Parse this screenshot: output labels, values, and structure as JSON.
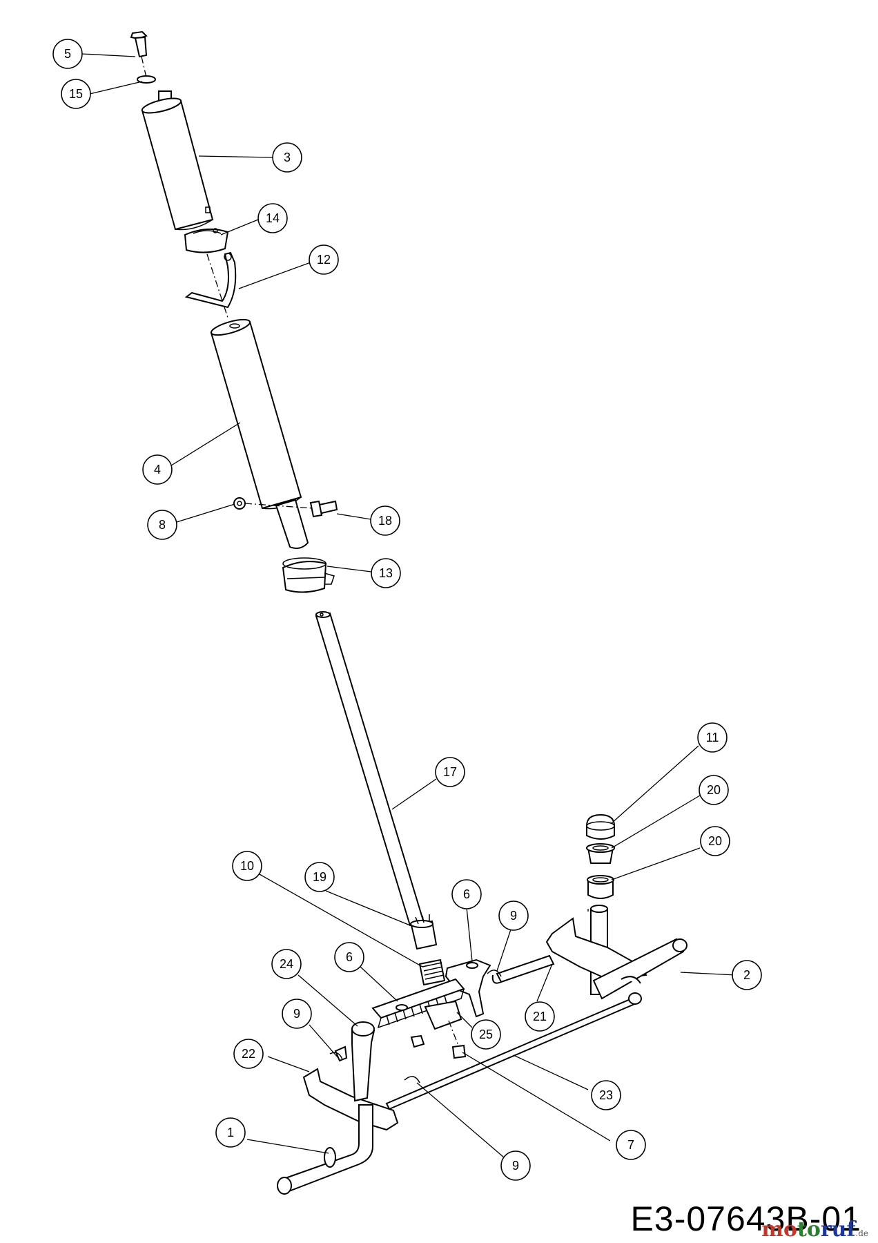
{
  "drawing_code": "E3-07643B-01",
  "watermark_text": "motoruf.de",
  "callouts": [
    {
      "id": "c5",
      "label": "5"
    },
    {
      "id": "c15",
      "label": "15"
    },
    {
      "id": "c3",
      "label": "3"
    },
    {
      "id": "c14",
      "label": "14"
    },
    {
      "id": "c12",
      "label": "12"
    },
    {
      "id": "c4",
      "label": "4"
    },
    {
      "id": "c8",
      "label": "8"
    },
    {
      "id": "c18",
      "label": "18"
    },
    {
      "id": "c13",
      "label": "13"
    },
    {
      "id": "c17",
      "label": "17"
    },
    {
      "id": "c11",
      "label": "11"
    },
    {
      "id": "c20a",
      "label": "20"
    },
    {
      "id": "c20b",
      "label": "20"
    },
    {
      "id": "c10",
      "label": "10"
    },
    {
      "id": "c19",
      "label": "19"
    },
    {
      "id": "c6a",
      "label": "6"
    },
    {
      "id": "c9a",
      "label": "9"
    },
    {
      "id": "c2",
      "label": "2"
    },
    {
      "id": "c24",
      "label": "24"
    },
    {
      "id": "c6b",
      "label": "6"
    },
    {
      "id": "c21",
      "label": "21"
    },
    {
      "id": "c9b",
      "label": "9"
    },
    {
      "id": "c25",
      "label": "25"
    },
    {
      "id": "c22",
      "label": "22"
    },
    {
      "id": "c23",
      "label": "23"
    },
    {
      "id": "c1",
      "label": "1"
    },
    {
      "id": "c7",
      "label": "7"
    },
    {
      "id": "c9c",
      "label": "9"
    }
  ]
}
